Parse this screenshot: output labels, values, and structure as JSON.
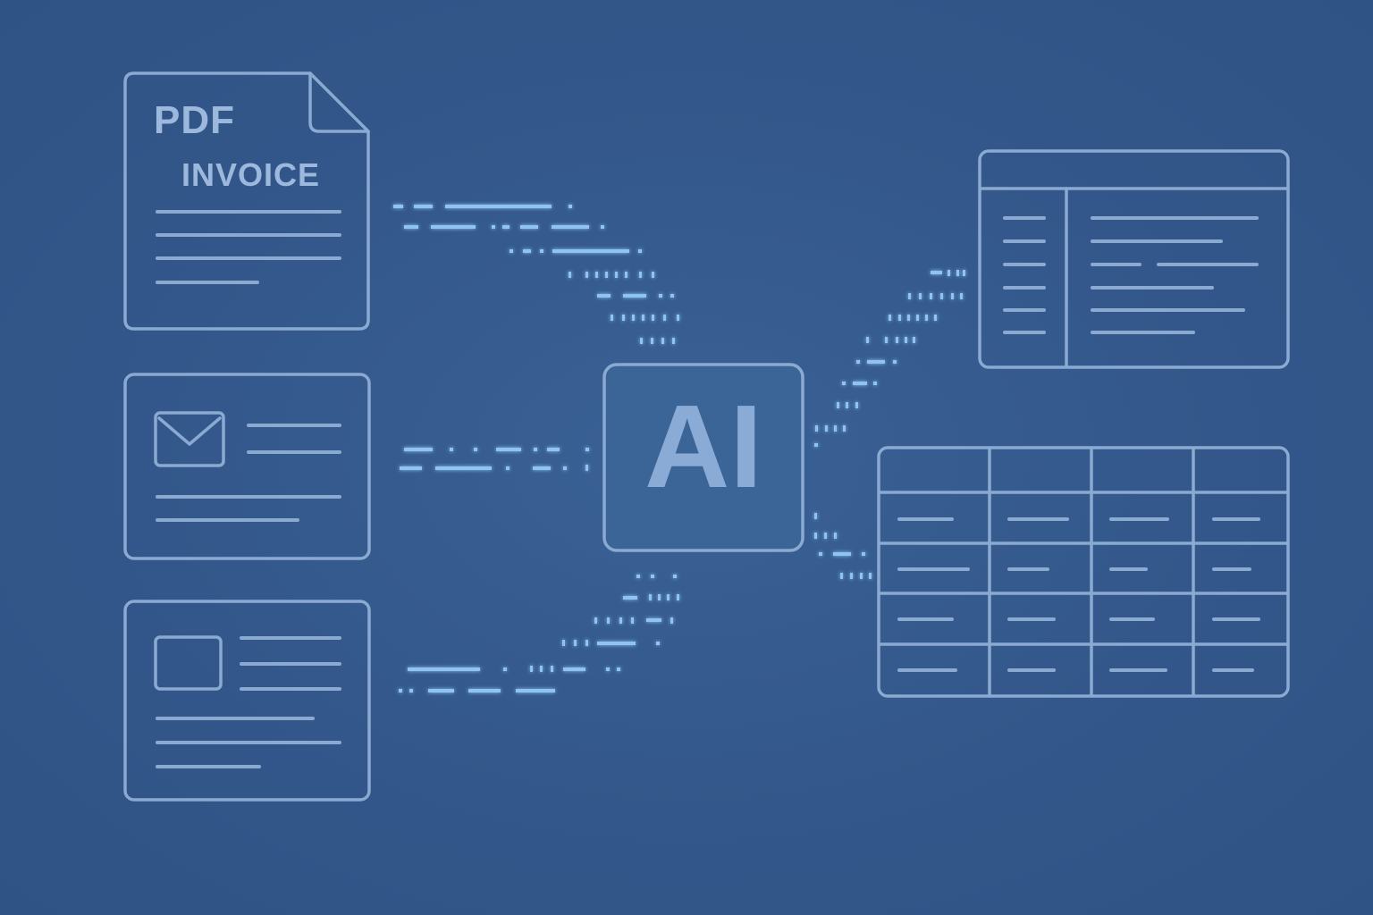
{
  "documents": {
    "pdf": {
      "type_label": "PDF",
      "title": "INVOICE"
    }
  },
  "processor": {
    "label": "AI"
  },
  "colors": {
    "background": "#34598a",
    "outline": "#8aaad2",
    "flow": "#8ec3f2",
    "text": "#9cb8dc"
  },
  "icons": {
    "email": "envelope-icon",
    "image": "image-placeholder-icon"
  }
}
